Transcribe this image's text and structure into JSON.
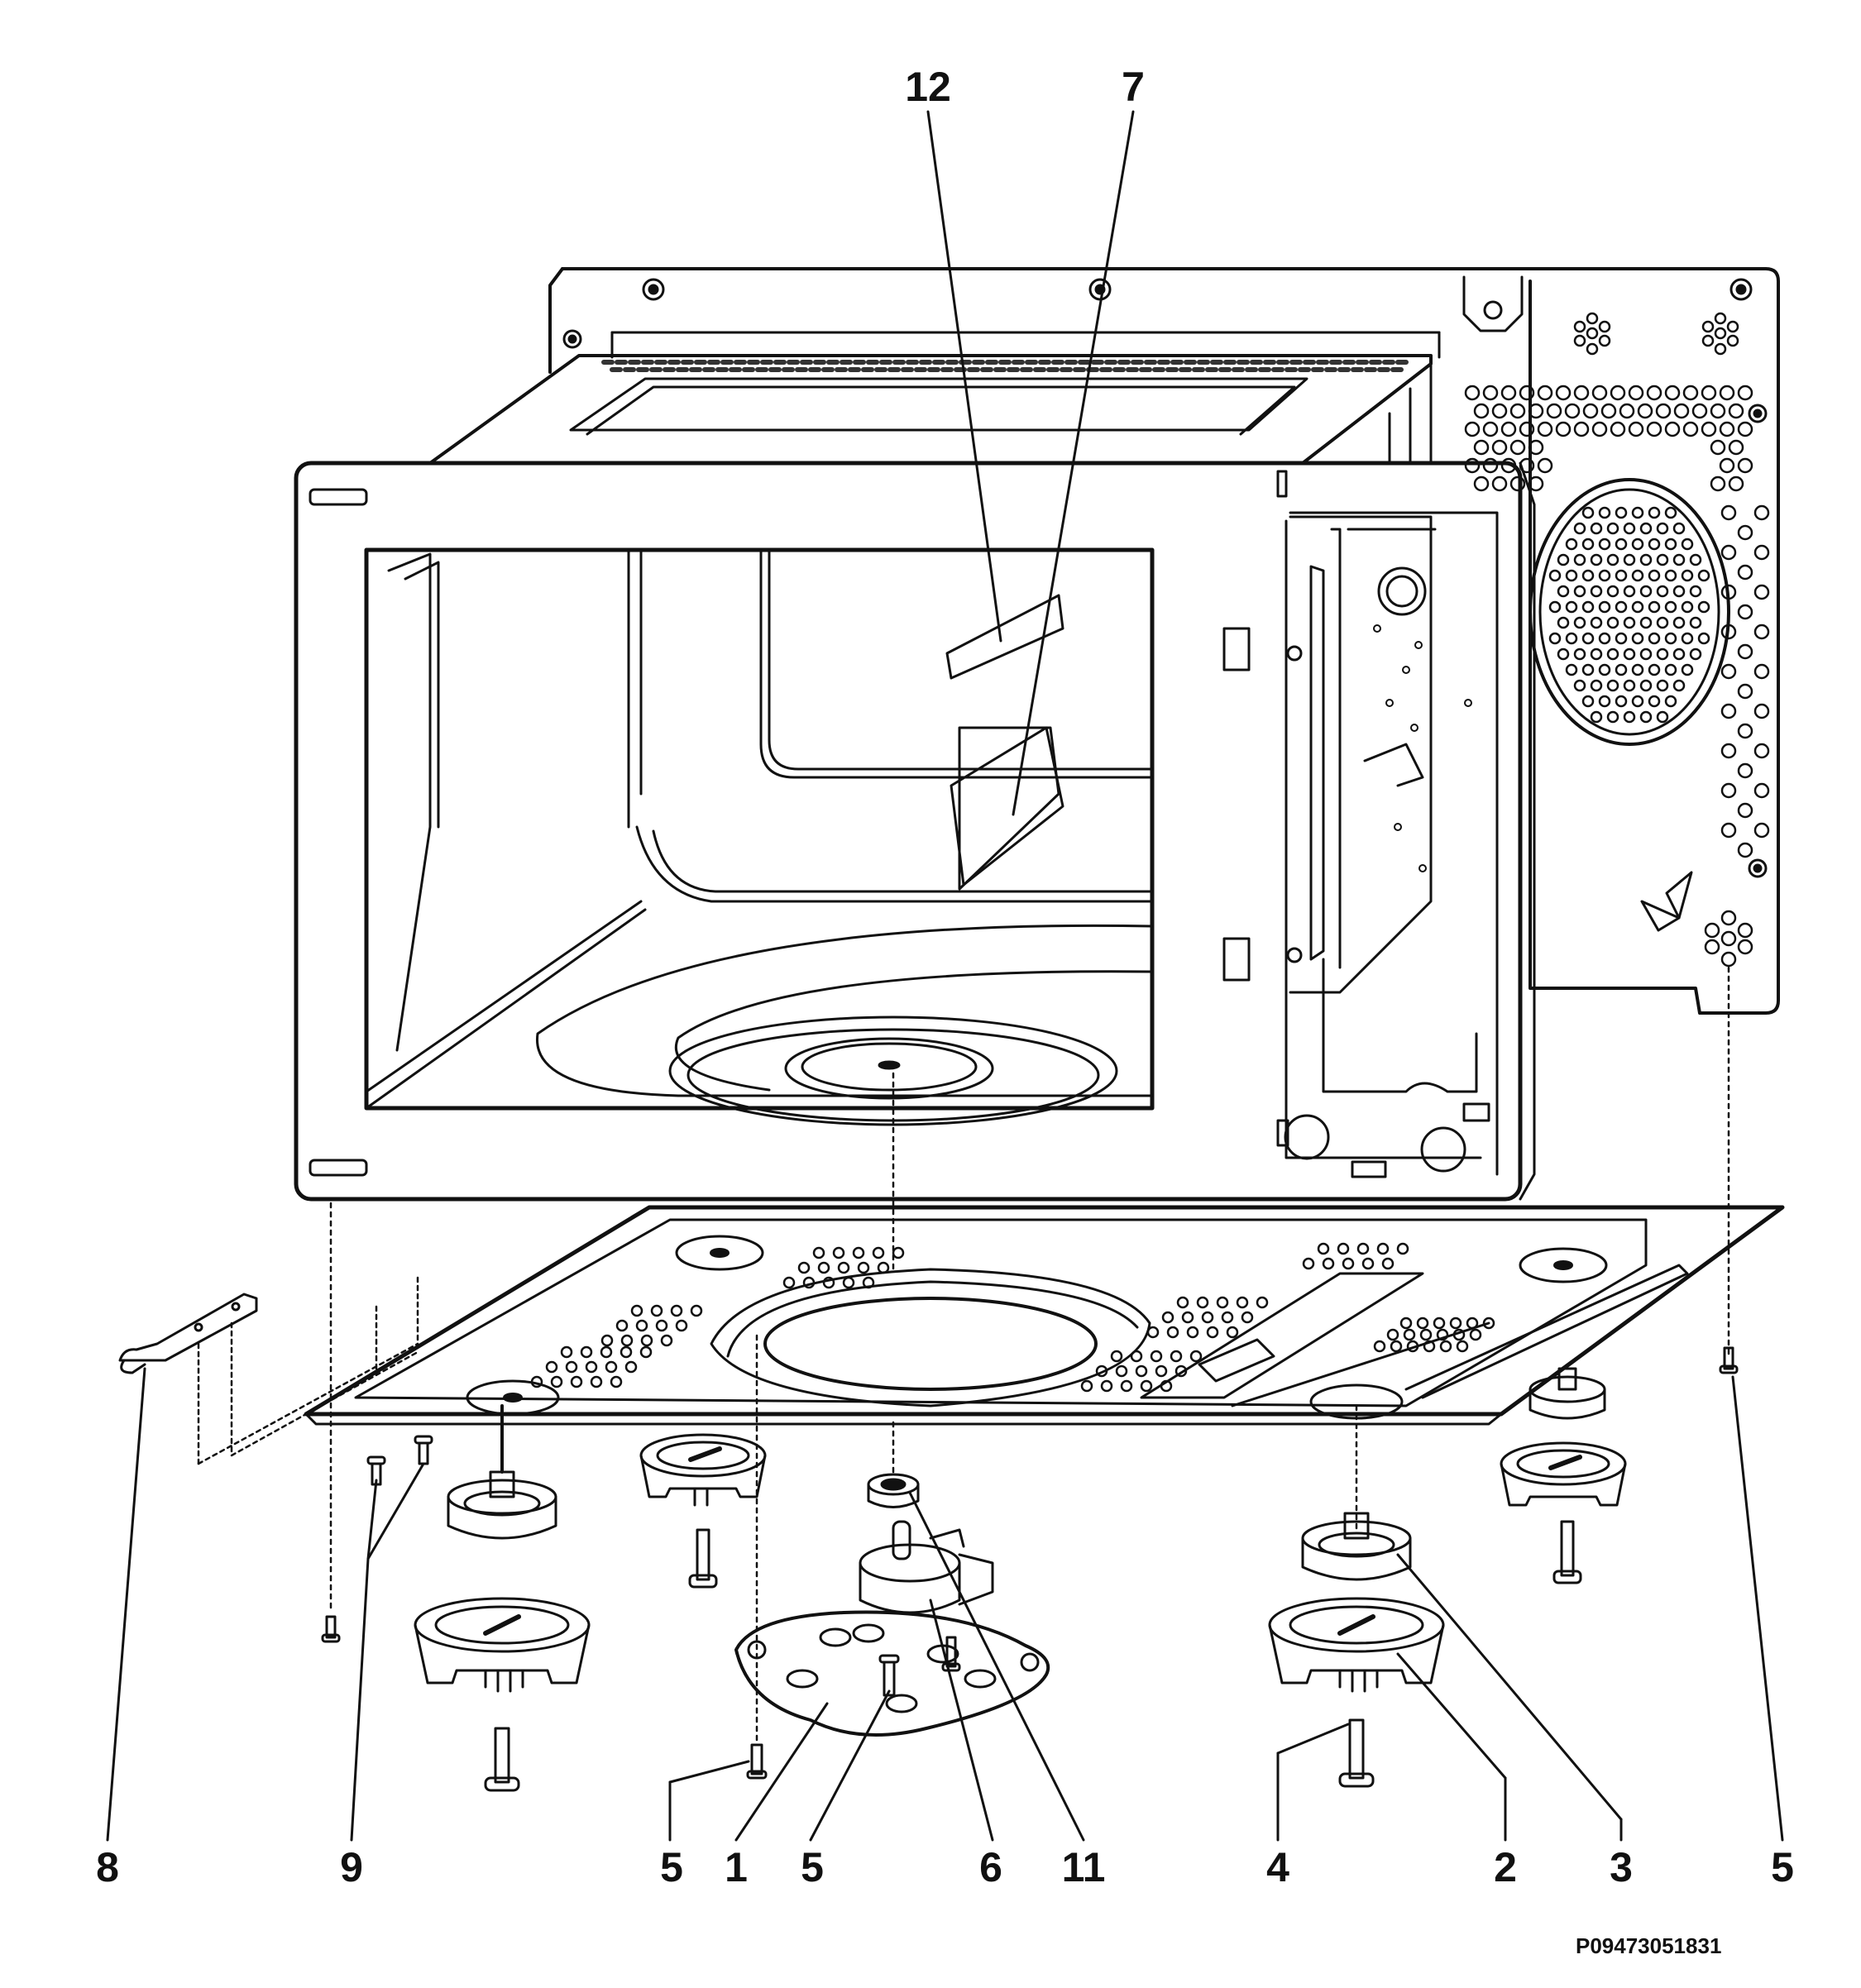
{
  "callouts": {
    "top_12": "12",
    "top_7": "7",
    "bottom_8": "8",
    "bottom_9": "9",
    "bottom_5a": "5",
    "bottom_1": "1",
    "bottom_5b": "5",
    "bottom_6": "6",
    "bottom_11": "11",
    "bottom_4": "4",
    "bottom_2": "2",
    "bottom_3": "3",
    "bottom_5c": "5"
  },
  "drawing_code": "P09473051831",
  "colors": {
    "line": "#111111",
    "background": "#ffffff"
  }
}
